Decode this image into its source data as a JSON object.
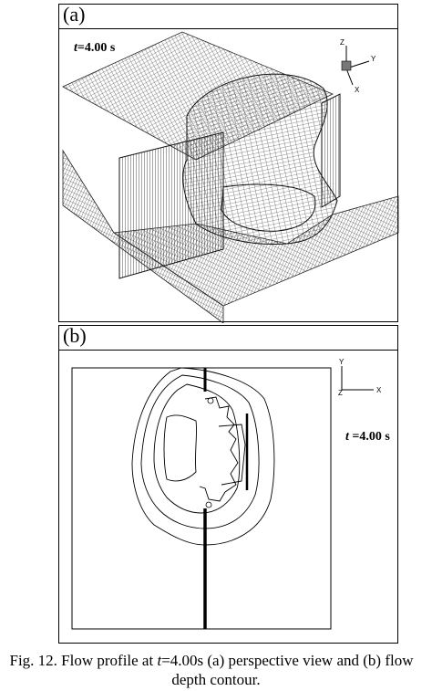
{
  "panel_a": {
    "label": "(a)",
    "time_var": "t",
    "time_value": "=4.00 s",
    "axes": {
      "z": "Z",
      "y": "Y",
      "x": "X"
    }
  },
  "panel_b": {
    "label": "(b)",
    "time_var": "t",
    "time_value": " =4.00 s",
    "axes": {
      "y": "Y",
      "z": "Z",
      "x": "X"
    }
  },
  "caption": {
    "prefix": "Fig. 12. Flow profile at ",
    "time_var": "t",
    "line1_rest": "=4.00s (a) perspective view and (b) flow",
    "line2": "depth contour."
  }
}
